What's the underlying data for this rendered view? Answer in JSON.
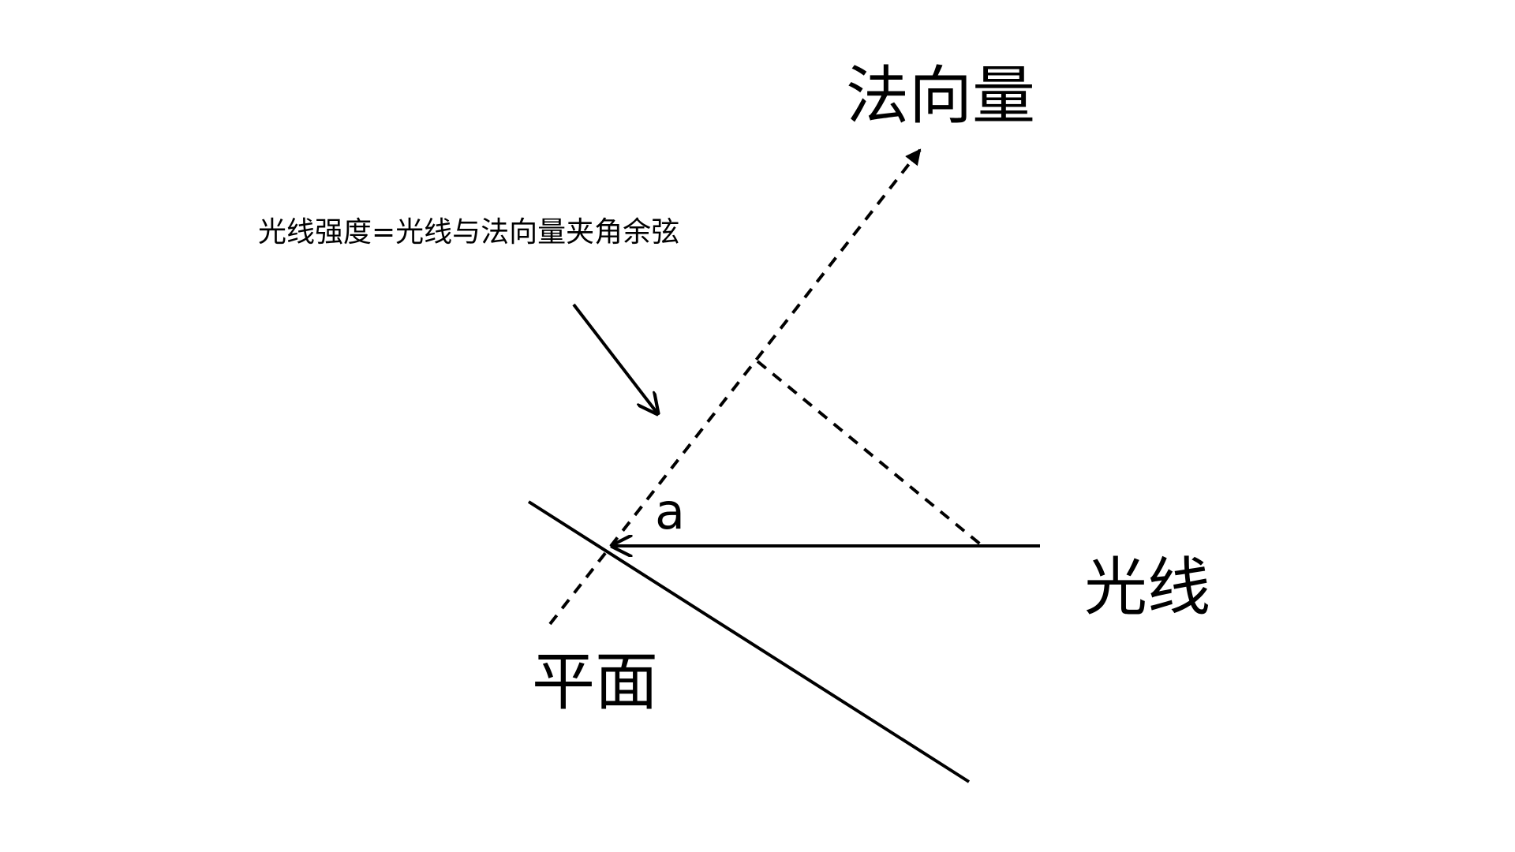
{
  "labels": {
    "normal_vector": "法向量",
    "caption": "光线强度=光线与法向量夹角余弦",
    "angle": "a",
    "light_ray": "光线",
    "plane": "平面"
  },
  "colors": {
    "stroke": "#000000",
    "background": "#ffffff"
  }
}
